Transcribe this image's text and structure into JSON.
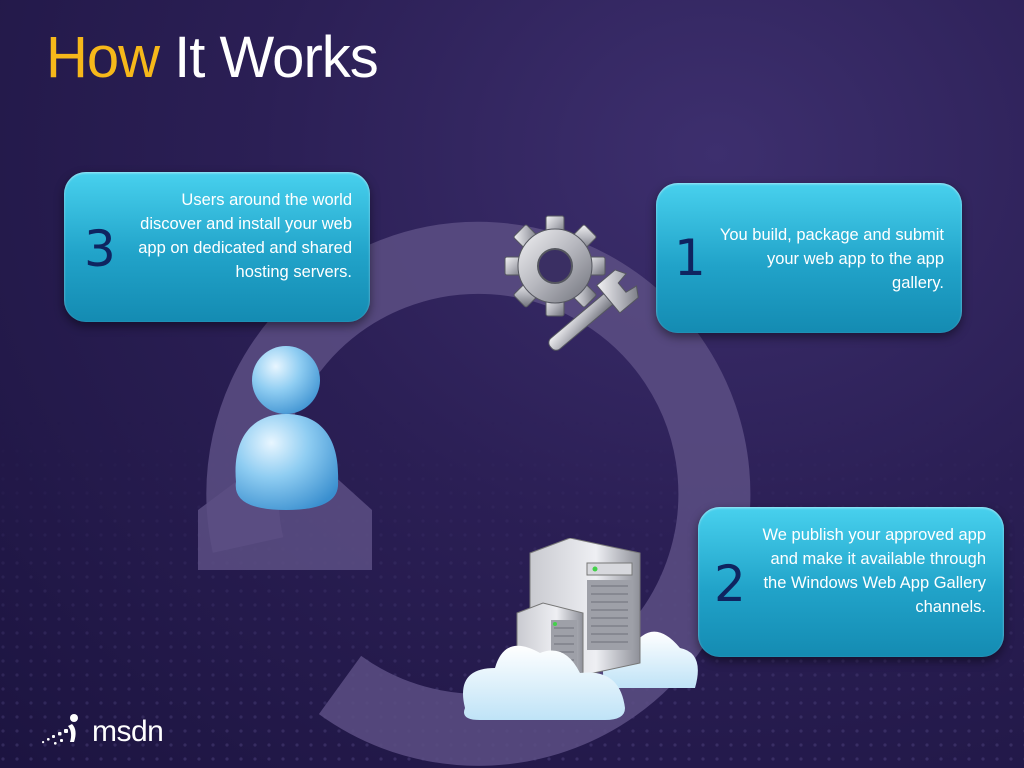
{
  "title": {
    "part1": "How",
    "part2": " It Works"
  },
  "steps": [
    {
      "number": "1",
      "text": "You build, package and submit your web app to the app gallery."
    },
    {
      "number": "2",
      "text": "We publish your approved app and make it available  through the Windows Web App Gallery channels."
    },
    {
      "number": "3",
      "text": "Users around the world discover and install your web app on dedicated and shared hosting servers."
    }
  ],
  "logo": {
    "text": "msdn"
  },
  "colors": {
    "background": "#2b1f55",
    "title_accent": "#f6b81a",
    "box_fill": "#21a3c9",
    "number_color": "#0f2460",
    "cycle_arrow": "#5c4f84"
  },
  "icons": [
    "gear-wrench-icon",
    "server-cloud-icon",
    "user-icon",
    "msdn-logo-icon"
  ]
}
